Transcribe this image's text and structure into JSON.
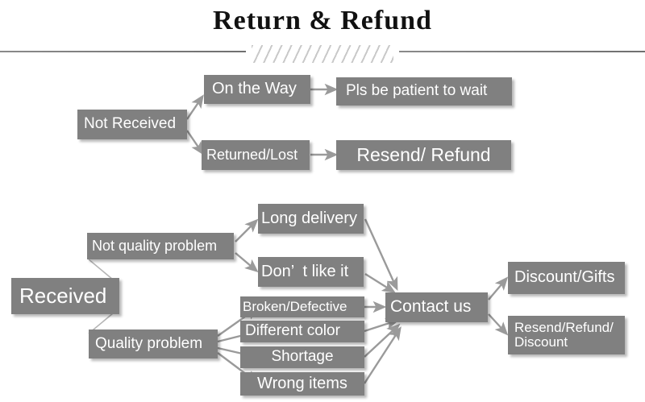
{
  "header": {
    "title": "Return & Refund",
    "divider_icon": "diagonal-hatch-divider"
  },
  "flow": {
    "section_not_received": {
      "root": {
        "label": "Not Received"
      },
      "branches": [
        {
          "label": "On the Way",
          "outcome": "Pls be patient to wait"
        },
        {
          "label": "Returned/Lost",
          "outcome": "Resend/ Refund"
        }
      ]
    },
    "section_received": {
      "root": {
        "label": "Received"
      },
      "categories": [
        {
          "label": "Not quality problem",
          "reasons": [
            "Long delivery",
            "Don’  t like it"
          ]
        },
        {
          "label": "Quality problem",
          "reasons": [
            "Broken/Defective",
            "Different color",
            "Shortage",
            "Wrong items"
          ]
        }
      ],
      "action": {
        "label": "Contact us"
      },
      "outcomes": [
        {
          "label": "Discount/Gifts"
        },
        {
          "label": "Resend/Refund/\nDiscount"
        }
      ]
    }
  },
  "colors": {
    "box_fill": "#808080",
    "box_text": "#ffffff",
    "arrow": "#8f8f8f",
    "title_text": "#111111",
    "rule": "#7a7a7a",
    "hatch": "#c9c9c9",
    "background": "#ffffff"
  },
  "boxes": {
    "not_received": {
      "text": "Not Received"
    },
    "on_the_way": {
      "text": "On the Way"
    },
    "pls_wait": {
      "text": "Pls be patient to wait"
    },
    "returned_lost": {
      "text": "Returned/Lost"
    },
    "resend_refund": {
      "text": "Resend/ Refund"
    },
    "received": {
      "text": "Received"
    },
    "not_quality": {
      "text": "Not quality problem"
    },
    "quality": {
      "text": "Quality problem"
    },
    "long_delivery": {
      "text": "Long delivery"
    },
    "dont_like": {
      "text": "Don’  t like it"
    },
    "broken": {
      "text": "Broken/Defective"
    },
    "diff_color": {
      "text": "Different color"
    },
    "shortage": {
      "text": "Shortage"
    },
    "wrong_items": {
      "text": "Wrong items"
    },
    "contact_us": {
      "text": "Contact us"
    },
    "discount_gifts": {
      "text": "Discount/Gifts"
    },
    "resend_refund_discount": {
      "text": "Resend/Refund/\nDiscount"
    }
  }
}
